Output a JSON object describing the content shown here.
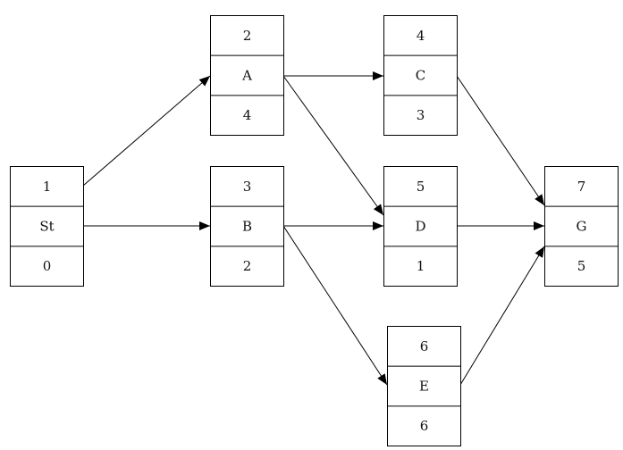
{
  "nodes": [
    {
      "id": "St",
      "top": "1",
      "name": "St",
      "bottom": "0"
    },
    {
      "id": "A",
      "top": "2",
      "name": "A",
      "bottom": "4"
    },
    {
      "id": "B",
      "top": "3",
      "name": "B",
      "bottom": "2"
    },
    {
      "id": "C",
      "top": "4",
      "name": "C",
      "bottom": "3"
    },
    {
      "id": "D",
      "top": "5",
      "name": "D",
      "bottom": "1"
    },
    {
      "id": "E",
      "top": "6",
      "name": "E",
      "bottom": "6"
    },
    {
      "id": "G",
      "top": "7",
      "name": "G",
      "bottom": "5"
    }
  ],
  "edges": [
    {
      "from": "St",
      "to": "A"
    },
    {
      "from": "St",
      "to": "B"
    },
    {
      "from": "A",
      "to": "C"
    },
    {
      "from": "A",
      "to": "D"
    },
    {
      "from": "B",
      "to": "D"
    },
    {
      "from": "B",
      "to": "E"
    },
    {
      "from": "C",
      "to": "G"
    },
    {
      "from": "D",
      "to": "G"
    },
    {
      "from": "E",
      "to": "G"
    }
  ]
}
